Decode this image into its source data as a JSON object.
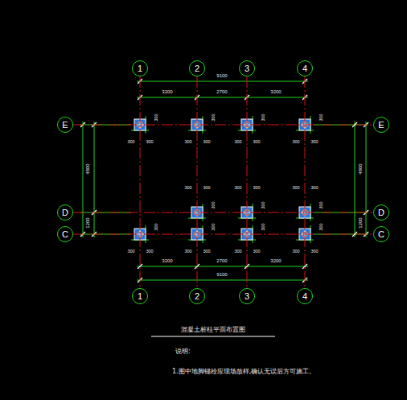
{
  "diagram": {
    "nodes": [
      {
        "text": [
          "1"
        ]
      },
      {
        "text": [
          "2"
        ]
      },
      {
        "text": [
          "3"
        ]
      },
      {
        "text": [
          "4"
        ]
      },
      {
        "text": [
          "E"
        ]
      },
      {
        "text": [
          "E"
        ]
      },
      {
        "text": [
          "D"
        ]
      },
      {
        "text": [
          "D"
        ]
      },
      {
        "text": [
          "C"
        ]
      },
      {
        "text": [
          "C"
        ]
      },
      {
        "text": [
          "1"
        ]
      },
      {
        "text": [
          "2"
        ]
      },
      {
        "text": [
          "3"
        ]
      },
      {
        "text": [
          "4"
        ]
      }
    ],
    "edges": [
      {
        "from": 0,
        "to": 10,
        "arrow": "none"
      },
      {
        "from": 1,
        "to": 11,
        "arrow": "none"
      },
      {
        "from": 2,
        "to": 12,
        "arrow": "none"
      },
      {
        "from": 3,
        "to": 13,
        "arrow": "none"
      },
      {
        "from": 4,
        "to": 5,
        "arrow": "none"
      },
      {
        "from": 6,
        "to": 7,
        "arrow": "none"
      },
      {
        "from": 8,
        "to": 9,
        "arrow": "none"
      }
    ],
    "labels": [
      "9100",
      "3200",
      "2700",
      "3200",
      "4800",
      "1200",
      "4800",
      "1200",
      "300",
      "300",
      "300",
      "300",
      "300",
      "300",
      "300",
      "300",
      "300",
      "300",
      "300",
      "300",
      "300",
      "300",
      "300",
      "300",
      "300",
      "300",
      "300",
      "300",
      "300",
      "300",
      "300",
      "300",
      "300",
      "300",
      "300",
      "300",
      "300",
      "300",
      "300",
      "300",
      "300",
      "3200",
      "2700",
      "3200",
      "9100",
      "混凝土桩柱平面布置图",
      "说明:",
      "1.图中地脚锚栓应现场放样,确认无误后方可施工。"
    ]
  }
}
